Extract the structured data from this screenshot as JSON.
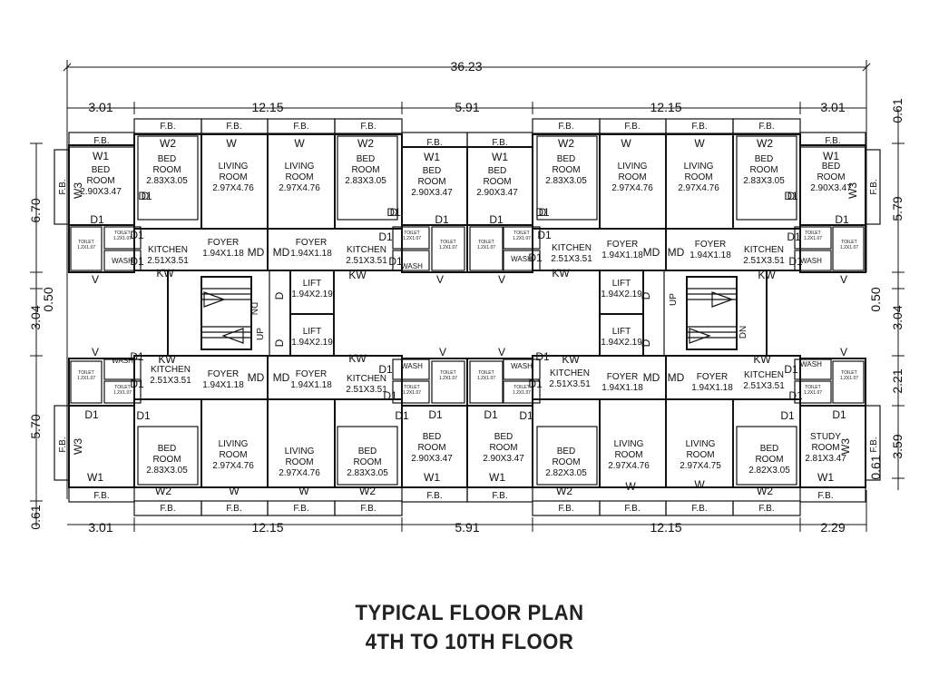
{
  "title": {
    "line1": "TYPICAL FLOOR PLAN",
    "line2": "4TH TO 10TH FLOOR"
  },
  "dimensions": {
    "overall": "36.23",
    "top": [
      "3.01",
      "12.15",
      "5.91",
      "12.15",
      "3.01"
    ],
    "bottom": [
      "3.01",
      "12.15",
      "5.91",
      "12.15",
      "2.29"
    ],
    "left": [
      "6.70",
      "3.04",
      "0.50",
      "5.70",
      "0.61"
    ],
    "right": [
      "0.61",
      "5.79",
      "0.50",
      "3.04",
      "2.21",
      "3.59",
      "0.61"
    ]
  },
  "rooms": {
    "bed_room": "BED\nROOM",
    "living_room": "LIVING\nROOM",
    "study_room": "STUDY\nROOM",
    "kitchen": "KITCHEN",
    "foyer": "FOYER",
    "lift": "LIFT",
    "wash": "WASH",
    "toilet": "TOILET",
    "bed_347": "2.90X3.47",
    "bed_305": "2.83X3.05",
    "bed_305b": "2.82X3.05",
    "living": "2.97X4.76",
    "living_b": "2.97X4.75",
    "kitchen_size": "2.51X3.51",
    "foyer_size": "1.94X1.18",
    "lift_size": "1.94X2.19",
    "study_size": "2.81X3.47"
  },
  "codes": {
    "fb": "F.B.",
    "w": "W",
    "w1": "W1",
    "w2": "W2",
    "w3": "W3",
    "d": "D",
    "d1": "D1",
    "md": "MD",
    "kw": "KW",
    "v": "V",
    "up": "UP",
    "dn": "DN",
    "toilet_small": "TOILET\n1.2X1.07"
  }
}
